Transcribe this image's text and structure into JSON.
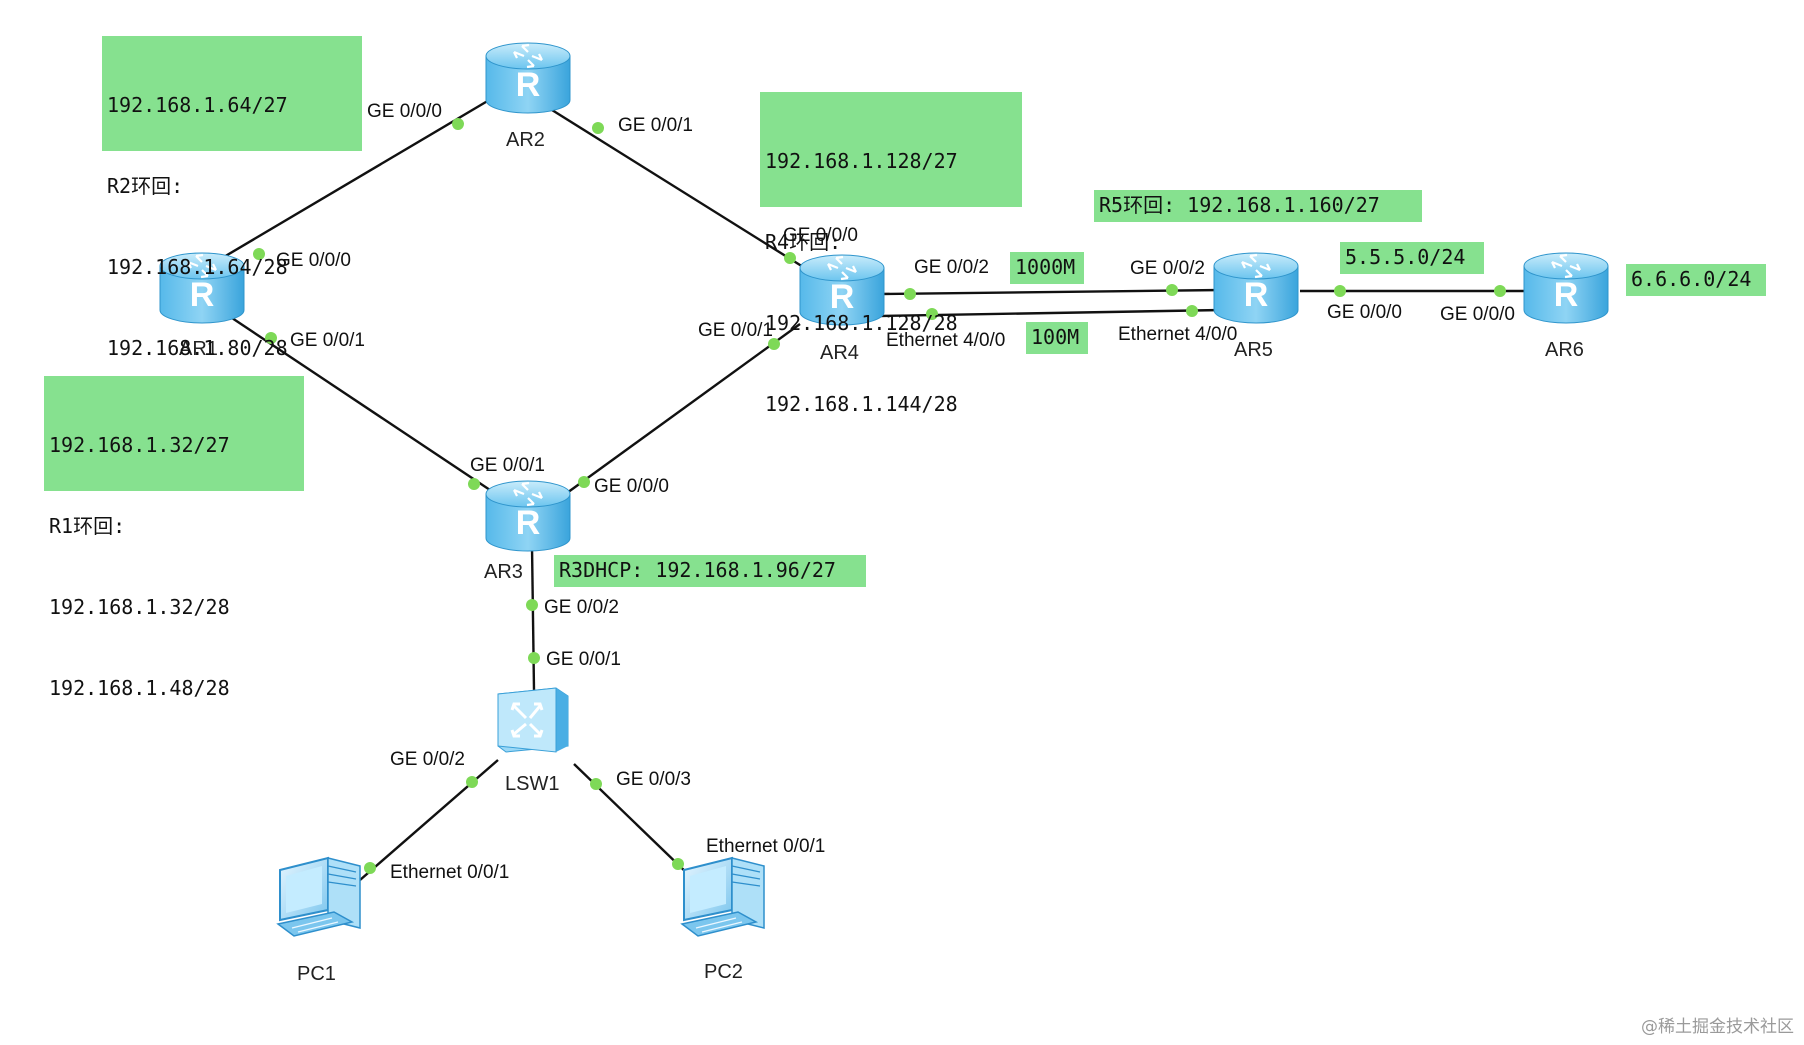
{
  "devices": {
    "ar1": "AR1",
    "ar2": "AR2",
    "ar3": "AR3",
    "ar4": "AR4",
    "ar5": "AR5",
    "ar6": "AR6",
    "lsw1": "LSW1",
    "pc1": "PC1",
    "pc2": "PC2"
  },
  "ports": {
    "ar1_g000": "GE 0/0/0",
    "ar1_g001": "GE 0/0/1",
    "ar2_g000": "GE 0/0/0",
    "ar2_g001": "GE 0/0/1",
    "ar3_g001": "GE 0/0/1",
    "ar3_g000": "GE 0/0/0",
    "ar3_g002": "GE 0/0/2",
    "ar4_g000": "GE 0/0/0",
    "ar4_g001": "GE 0/0/1",
    "ar4_g002": "GE 0/0/2",
    "ar4_eth400": "Ethernet 4/0/0",
    "ar5_g002": "GE 0/0/2",
    "ar5_eth400": "Ethernet 4/0/0",
    "ar5_g000": "GE 0/0/0",
    "ar6_g000": "GE 0/0/0",
    "lsw1_g001": "GE 0/0/1",
    "lsw1_g002": "GE 0/0/2",
    "lsw1_g003": "GE 0/0/3",
    "pc1_eth": "Ethernet 0/0/1",
    "pc2_eth": "Ethernet 0/0/1"
  },
  "notes": {
    "r2": [
      "192.168.1.64/27",
      "R2环回:",
      "192.168.1.64/28",
      "192.168.1.80/28"
    ],
    "r4": [
      "192.168.1.128/27",
      "R4环回:",
      "192.168.1.128/28",
      "192.168.1.144/28"
    ],
    "r1": [
      "192.168.1.32/27",
      "R1环回:",
      "192.168.1.32/28",
      "192.168.1.48/28"
    ],
    "r5": "R5环回: 192.168.1.160/27",
    "r3dhcp": "R3DHCP: 192.168.1.96/27",
    "link_1000m": "1000M",
    "link_100m": "100M",
    "net_5555": "5.5.5.0/24",
    "net_6666": "6.6.6.0/24"
  },
  "watermark": "@稀土掘金技术社区",
  "colors": {
    "note_bg": "#86e18f",
    "port_dot": "#7ed957",
    "router_body": "#4fb3e8",
    "link": "#111111"
  }
}
